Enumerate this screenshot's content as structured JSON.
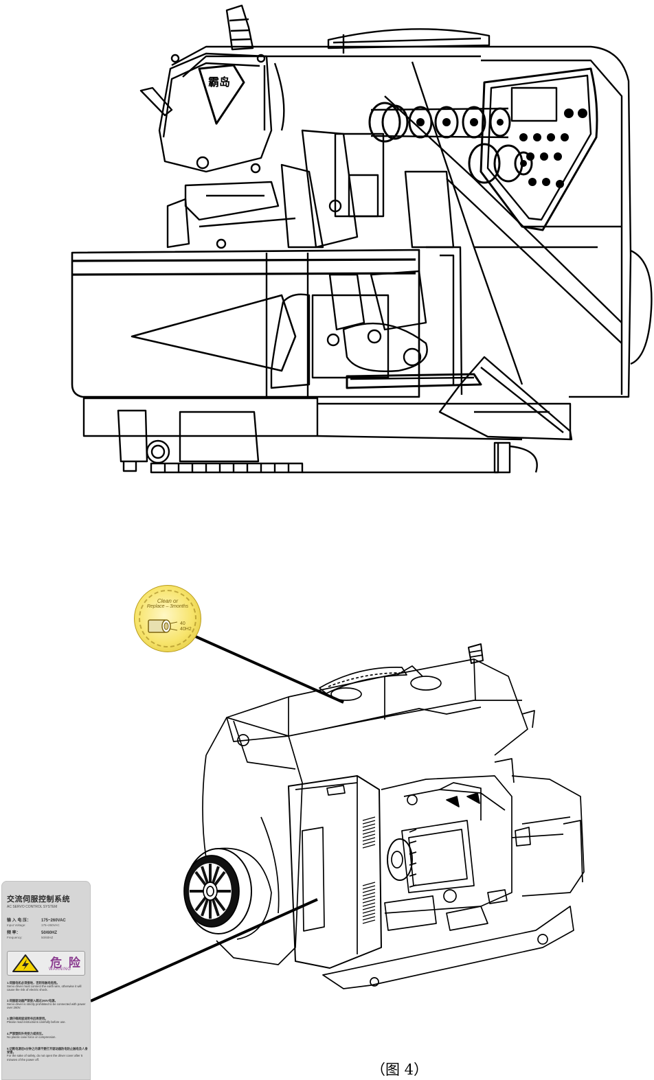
{
  "caption": "（图 4）",
  "figure_label": "图4",
  "top_illustration": {
    "panel_logo_text": "霸岛"
  },
  "lube_sticker": {
    "line1": "Clean or",
    "line2": "Replace – 3months",
    "time_mark": "40\n40H2"
  },
  "control_label": {
    "title_cn": "交流伺服控制系统",
    "title_en": "AC SERVO CONTROL SYSTEM",
    "specs": [
      {
        "key": "输 入 电 压：",
        "value": "175~260VAC"
      },
      {
        "key": "Input Voltage:",
        "value": "175~260VAC"
      },
      {
        "key": "频      率：",
        "value": "50/60HZ"
      },
      {
        "key": "Frequency:",
        "value": "50/60HZ"
      }
    ],
    "warning_cn": "危 险",
    "warning_en": "WARNING",
    "notes": [
      {
        "cn": "1.伺服电机必须接地，否则有触电危险。",
        "en": "Servo driver must connect the earth wire, otherwise it will cause the risk of electric shock."
      },
      {
        "cn": "2.伺服驱动器严禁接入超过260V电源。",
        "en": "Servo driver is strictly prohibited to be connected with power over 260V."
      },
      {
        "cn": "3.请仔细阅读说明书后再使用。",
        "en": "Please read instructions carefully before use."
      },
      {
        "cn": "4.严禁塑料外壳受力或挤压。",
        "en": "No plastic case force or compression."
      },
      {
        "cn": "5.切断电源后5分钟之内请不要打开驱动器防电防止触电及人身受害。",
        "en": "For the sake of safety, do not open the driver cover after 5 minutes of the power off."
      }
    ]
  },
  "colors": {
    "line_art": "#000000",
    "sticker_yellow": "#f7e46b",
    "label_grey": "#d6d6d6",
    "warning_purple": "#8a3b8f",
    "warning_yellow": "#f5d400"
  }
}
